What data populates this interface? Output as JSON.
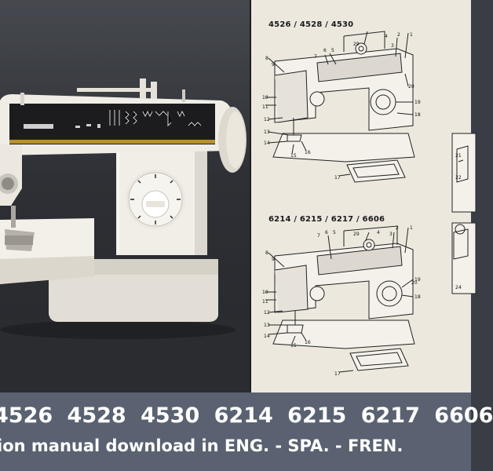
{
  "manual": {
    "heading_top": "4526 / 4528 / 4530",
    "heading_bottom": "6214 / 6215 / 6217 / 6606",
    "callouts_top": [
      "1",
      "2",
      "3",
      "4",
      "5",
      "6",
      "7",
      "8",
      "9",
      "10",
      "11",
      "12",
      "13",
      "14",
      "15",
      "16",
      "17",
      "18",
      "19",
      "20",
      "21",
      "22",
      "29"
    ],
    "callouts_bottom": [
      "1",
      "2",
      "3",
      "4",
      "5",
      "6",
      "7",
      "8",
      "9",
      "10",
      "11",
      "12",
      "13",
      "14",
      "15",
      "16",
      "17",
      "18",
      "19",
      "20",
      "24",
      "29"
    ]
  },
  "banner": {
    "model_numbers": "4526  4528  4530  6214  6215  6217  6606",
    "subtitle": "ion manual download in  ENG. - SPA. - FREN."
  },
  "colors": {
    "banner_bg": "#5a6271",
    "machine_body": "#eeeae2",
    "machine_panel": "#1c1c1e",
    "page_bg": "#ece8de"
  }
}
